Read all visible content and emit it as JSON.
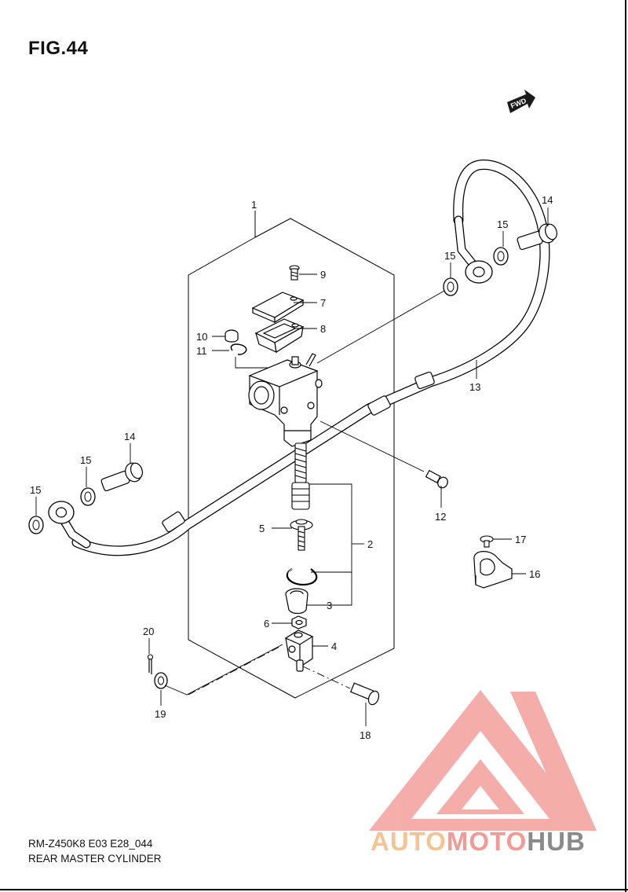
{
  "figure": {
    "title": "FIG.44",
    "fwd_label": "FWD"
  },
  "callouts": {
    "c1": "1",
    "c2": "2",
    "c3": "3",
    "c4": "4",
    "c5": "5",
    "c6": "6",
    "c7": "7",
    "c8": "8",
    "c9": "9",
    "c10": "10",
    "c11": "11",
    "c12": "12",
    "c13": "13",
    "c14a": "14",
    "c14b": "14",
    "c15a": "15",
    "c15b": "15",
    "c15c": "15",
    "c15d": "15",
    "c16": "16",
    "c17": "17",
    "c18": "18",
    "c19": "19",
    "c20": "20"
  },
  "footer": {
    "model_code": "RM-Z450K8 E03 E28_044",
    "section_name": "REAR MASTER CYLINDER"
  },
  "watermark": {
    "part1": "AUTO",
    "part2": "MOTO",
    "part3": "HUB",
    "colors": {
      "auto": "#f6c493",
      "moto": "#f29a96",
      "hub": "#8a8a8a",
      "logo": "#f4a5a1"
    }
  }
}
